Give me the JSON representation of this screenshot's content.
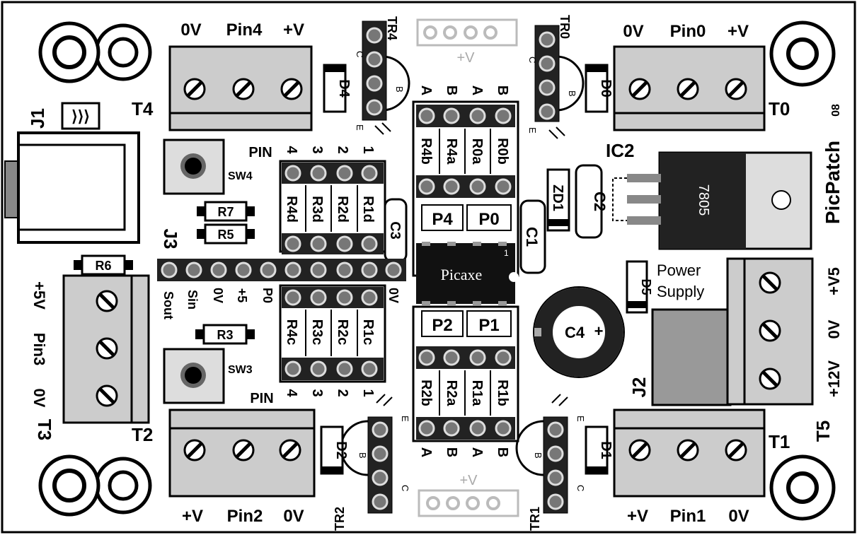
{
  "board": {
    "title": "PicPatch",
    "version": "08"
  },
  "headers": {
    "J1": "J1",
    "J2": "J2",
    "J3": "J3",
    "T0": "T0",
    "T1": "T1",
    "T2": "T2",
    "T3": "T3",
    "T4": "T4",
    "T5": "T5",
    "IC2": "IC2"
  },
  "terminals": {
    "T4": [
      "0V",
      "Pin4",
      "+V"
    ],
    "T0": [
      "0V",
      "Pin0",
      "+V"
    ],
    "T2": [
      "+V",
      "Pin2",
      "0V"
    ],
    "T1": [
      "+V",
      "Pin1",
      "0V"
    ],
    "T3": [
      "+5V",
      "Pin3",
      "0V"
    ],
    "T5": [
      "+V5",
      "0V",
      "+12V"
    ]
  },
  "transistors": {
    "TR4": "TR4",
    "TR0": "TR0",
    "TR2": "TR2",
    "TR1": "TR1",
    "C": "C",
    "B": "B",
    "E": "E"
  },
  "diodes": {
    "D4": "D4",
    "D0": "D0",
    "D2": "D2",
    "D1": "D1",
    "D5": "D5",
    "ZD1": "ZD1"
  },
  "resistors_upper": [
    "R4b",
    "R4a",
    "R0a",
    "R0b"
  ],
  "resistors_lower": [
    "R2b",
    "R2a",
    "R1a",
    "R1b"
  ],
  "resistors_top_array": [
    "R4d",
    "R3d",
    "R2d",
    "R1d"
  ],
  "resistors_bottom_array": [
    "R4c",
    "R3c",
    "R2c",
    "R1c"
  ],
  "resistors_misc": {
    "R7": "R7",
    "R5": "R5",
    "R6": "R6",
    "R3": "R3"
  },
  "ab_labels": [
    "A",
    "B",
    "A",
    "B"
  ],
  "pin_numbers": [
    "4",
    "3",
    "2",
    "1"
  ],
  "pin_label": "PIN",
  "ports": {
    "P4": "P4",
    "P0": "P0",
    "P2": "P2",
    "P1": "P1"
  },
  "chip": {
    "name": "Picaxe",
    "pin1": "1",
    "regulator": "7805"
  },
  "caps": {
    "C1": "C1",
    "C2": "C2",
    "C3": "C3",
    "C4": "C4",
    "plus": "+"
  },
  "switches": {
    "SW4": "SW4",
    "SW3": "SW3"
  },
  "header_v": "+V",
  "j3_pins": [
    "Sout",
    "Sin",
    "0V",
    "+5",
    "P0"
  ],
  "j3_zero": "0V",
  "power": {
    "line1": "Power",
    "line2": "Supply"
  }
}
